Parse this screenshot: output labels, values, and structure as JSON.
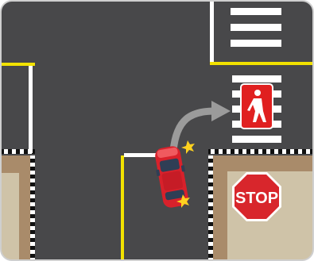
{
  "scene": {
    "stop_sign": {
      "label": "STOP",
      "color": "#d8262c"
    },
    "pedestrian_signal": {
      "state": "dont-walk",
      "icon": "walking-person-icon",
      "color": "#e02020"
    },
    "car": {
      "color": "#d8212b",
      "turn": "right"
    },
    "colors": {
      "road": "#48484a",
      "sidewalk": "#a98b6a",
      "lot": "#cfc3a8",
      "lane_yellow": "#f2e200",
      "crosswalk": "#ffffff",
      "arrow": "#9b9b9b",
      "crash_star": "#ffd21f"
    }
  }
}
